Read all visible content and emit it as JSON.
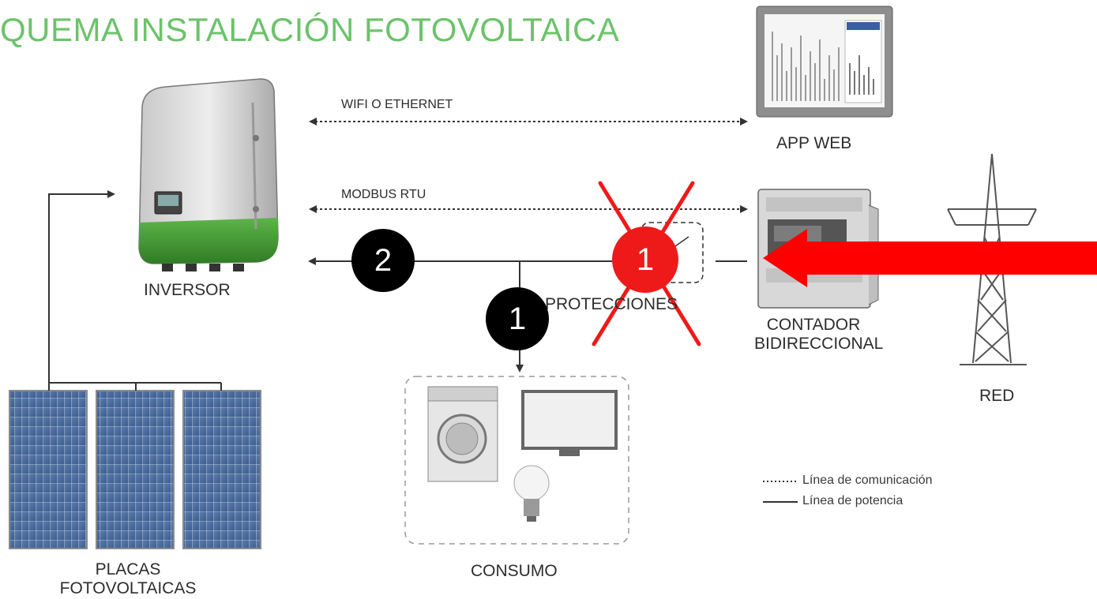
{
  "title": "QUEMA INSTALACIÓN FOTOVOLTAICA",
  "components": {
    "inversor": "INVERSOR",
    "app_web": "APP WEB",
    "protecciones": "PROTECCIONES",
    "contador_line1": "CONTADOR",
    "contador_line2": "BIDIRECCIONAL",
    "red": "RED",
    "consumo": "CONSUMO",
    "placas_line1": "PLACAS",
    "placas_line2": "FOTOVOLTAICAS"
  },
  "links": {
    "wifi": "WIFI O ETHERNET",
    "modbus": "MODBUS RTU"
  },
  "legend": {
    "communication": "Línea de comunicación",
    "power": "Línea de potencia"
  },
  "badges": {
    "power_line": "2",
    "consumption": "1",
    "grid_crossed": "1"
  },
  "colors": {
    "title": "#6cc36b",
    "badge_black": "#000000",
    "badge_red": "#ee1a1a",
    "arrow_red": "#ff0000",
    "inverter_green": "#3d9b2f"
  }
}
